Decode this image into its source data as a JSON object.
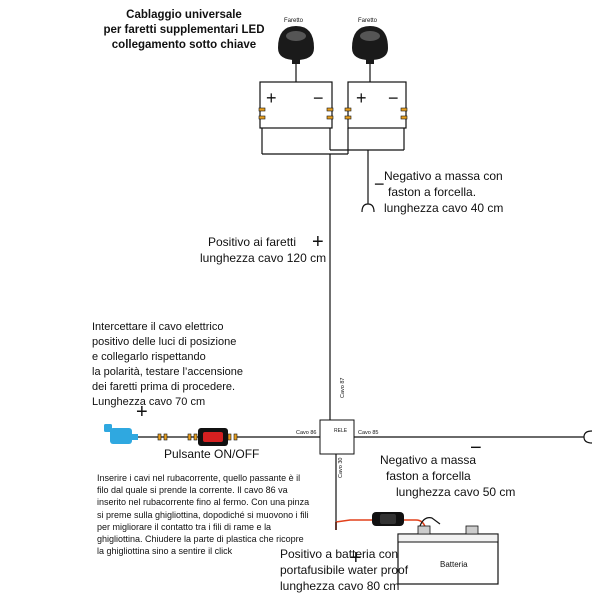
{
  "title": {
    "line1": "Cablaggio universale",
    "line2": "per faretti supplementari LED",
    "line3": "collegamento sotto chiave"
  },
  "lamps": [
    {
      "label": "Faretto"
    },
    {
      "label": "Faretto"
    }
  ],
  "symbols": {
    "plus": "+",
    "minus": "−"
  },
  "ground_top": {
    "line1": "Negativo a massa con",
    "line2": "faston a forcella.",
    "line3": "lunghezza cavo 40 cm"
  },
  "positive_lamps": {
    "line1": "Positivo ai faretti",
    "line2": "lunghezza cavo 120 cm"
  },
  "intercept": {
    "line1": "Intercettare il cavo elettrico",
    "line2": "positivo delle luci di posizione",
    "line3": " e collegarlo rispettando",
    "line4": "la polarità, testare l’accensione",
    "line5": "dei faretti prima di procedere.",
    "line6": "Lunghezza cavo 70 cm"
  },
  "switch_label": "Pulsante ON/OFF",
  "relay": {
    "name": "RELE",
    "cavo86": "Cavo 86",
    "cavo87": "Cavo 87",
    "cavo85": "Cavo 85",
    "cavo30": "Cavo 30"
  },
  "ground_right": {
    "line1": "Negativo a massa",
    "line2": "faston a forcella",
    "line3": "lunghezza cavo 50 cm"
  },
  "notes": "Inserire i cavi nel rubacorrente, quello passante è il filo dal quale si prende la corrente. Il cavo 86 va inserito nel rubacorrente fino al fermo. Con una pinza si preme sulla ghigliottina, dopodiché si muovono i fili per migliorare il contatto tra i fili di rame e la ghigliottina. Chiudere la parte di plastica che ricopre la ghigliottina sino a sentire il click",
  "battery_positive": {
    "line1": "Positivo a batteria con",
    "line2": "portafusibile water proof",
    "line3": "lunghezza cavo 80 cm"
  },
  "battery_label": "Batteria",
  "colors": {
    "wire": "#111111",
    "lamp_body": "#1a1a1a",
    "switch_red": "#d42020",
    "connector_orange": "#e8a020",
    "rubacorrente_blue": "#2fa8e0",
    "fuse_wire_red": "#e2401a"
  }
}
